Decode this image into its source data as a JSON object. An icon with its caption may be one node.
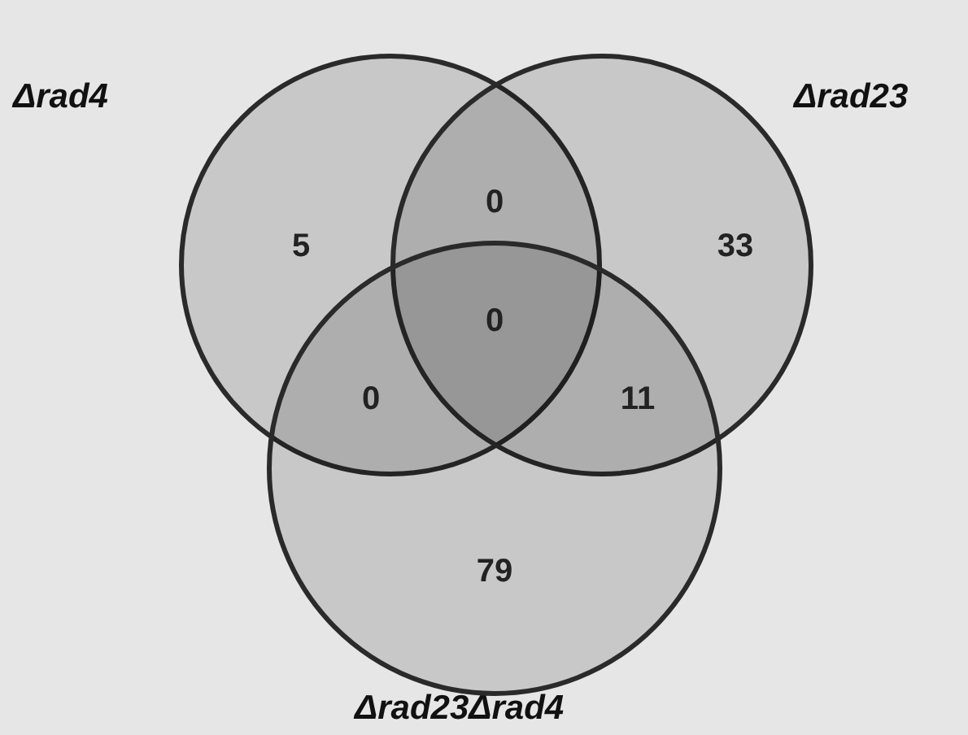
{
  "diagram": {
    "nodes": [
      {
        "text": [
          "Δrad4"
        ]
      },
      {
        "text": [
          "Δrad23"
        ]
      },
      {
        "text": [
          "Δrad23Δrad4"
        ]
      }
    ],
    "labels": [
      "0",
      "5",
      "33",
      "0",
      "0",
      "11",
      "79"
    ]
  }
}
